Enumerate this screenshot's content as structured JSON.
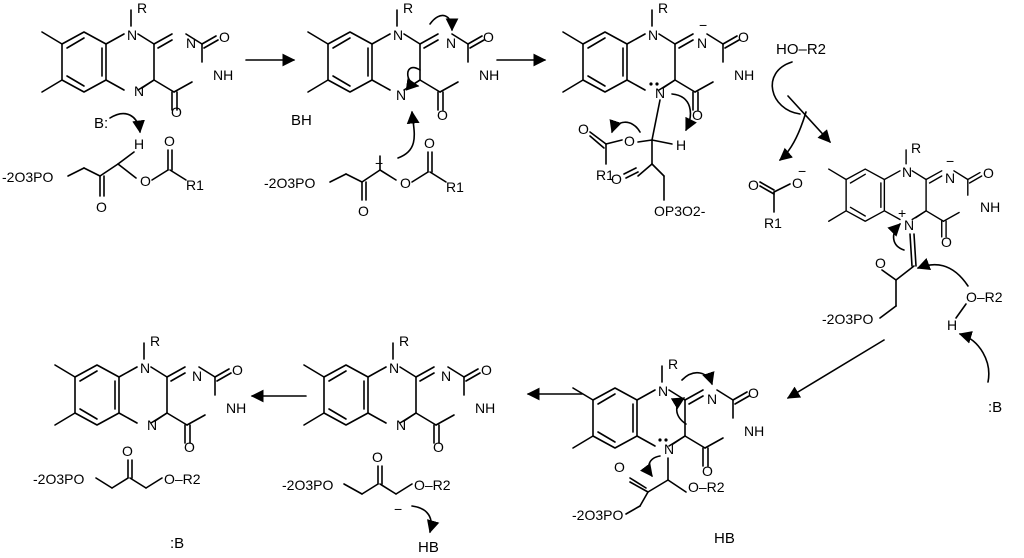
{
  "atoms": {
    "R": "R",
    "N": "N",
    "O": "O",
    "NH": "NH",
    "H": "H",
    "B_colon": "B:",
    "plus": "+",
    "minus": "−"
  },
  "groups": {
    "phosphate_left": "-2O3PO",
    "phosphate_down": "OP3O2-",
    "R1": "R1",
    "HO_R2": "HO–R2",
    "O_R2": "O–R2",
    "H": "H"
  },
  "labels": {
    "step2_BH": "BH",
    "step7_colonB": ":B",
    "step6_HB": "HB",
    "step5_HB": "HB",
    "step4_colonB": ":B"
  }
}
